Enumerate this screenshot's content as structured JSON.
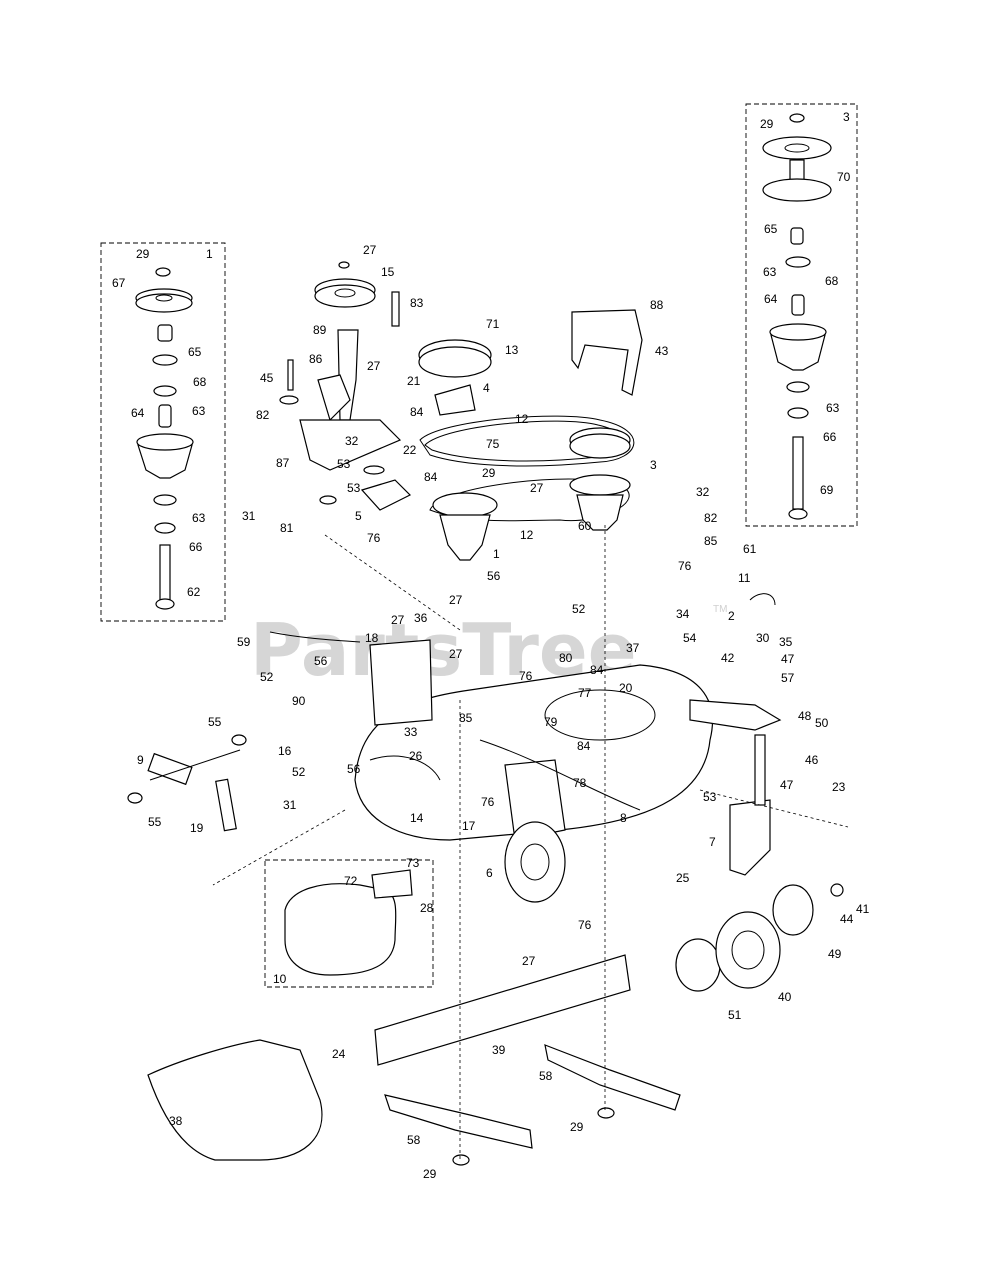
{
  "watermark": "PartsTree",
  "watermark_tm": "TM",
  "callouts": [
    {
      "id": "c1",
      "text": "1"
    },
    {
      "id": "c2",
      "text": "29"
    },
    {
      "id": "c3",
      "text": "67"
    },
    {
      "id": "c4",
      "text": "65"
    },
    {
      "id": "c5",
      "text": "68"
    },
    {
      "id": "c6",
      "text": "63"
    },
    {
      "id": "c7",
      "text": "64"
    },
    {
      "id": "c8",
      "text": "63"
    },
    {
      "id": "c9",
      "text": "66"
    },
    {
      "id": "c10",
      "text": "62"
    },
    {
      "id": "c11",
      "text": "3"
    },
    {
      "id": "c12",
      "text": "29"
    },
    {
      "id": "c13",
      "text": "70"
    },
    {
      "id": "c14",
      "text": "65"
    },
    {
      "id": "c15",
      "text": "63"
    },
    {
      "id": "c16",
      "text": "68"
    },
    {
      "id": "c17",
      "text": "64"
    },
    {
      "id": "c18",
      "text": "63"
    },
    {
      "id": "c19",
      "text": "66"
    },
    {
      "id": "c20",
      "text": "69"
    },
    {
      "id": "c21",
      "text": "27"
    },
    {
      "id": "c22",
      "text": "15"
    },
    {
      "id": "c23",
      "text": "83"
    },
    {
      "id": "c24",
      "text": "89"
    },
    {
      "id": "c25",
      "text": "86"
    },
    {
      "id": "c26",
      "text": "27"
    },
    {
      "id": "c27",
      "text": "45"
    },
    {
      "id": "c28",
      "text": "21"
    },
    {
      "id": "c29",
      "text": "82"
    },
    {
      "id": "c30",
      "text": "32"
    },
    {
      "id": "c31",
      "text": "84"
    },
    {
      "id": "c32",
      "text": "87"
    },
    {
      "id": "c33",
      "text": "53"
    },
    {
      "id": "c34",
      "text": "22"
    },
    {
      "id": "c35",
      "text": "84"
    },
    {
      "id": "c36",
      "text": "53"
    },
    {
      "id": "c37",
      "text": "31"
    },
    {
      "id": "c38",
      "text": "81"
    },
    {
      "id": "c39",
      "text": "5"
    },
    {
      "id": "c40",
      "text": "76"
    },
    {
      "id": "c41",
      "text": "71"
    },
    {
      "id": "c42",
      "text": "13"
    },
    {
      "id": "c43",
      "text": "4"
    },
    {
      "id": "c44",
      "text": "12"
    },
    {
      "id": "c45",
      "text": "75"
    },
    {
      "id": "c46",
      "text": "29"
    },
    {
      "id": "c47",
      "text": "88"
    },
    {
      "id": "c48",
      "text": "43"
    },
    {
      "id": "c49",
      "text": "3"
    },
    {
      "id": "c50",
      "text": "27"
    },
    {
      "id": "c51",
      "text": "12"
    },
    {
      "id": "c52",
      "text": "60"
    },
    {
      "id": "c53",
      "text": "1"
    },
    {
      "id": "c54",
      "text": "32"
    },
    {
      "id": "c55",
      "text": "82"
    },
    {
      "id": "c56",
      "text": "85"
    },
    {
      "id": "c57",
      "text": "61"
    },
    {
      "id": "c58",
      "text": "76"
    },
    {
      "id": "c59",
      "text": "11"
    },
    {
      "id": "c60",
      "text": "2"
    },
    {
      "id": "c61",
      "text": "30"
    },
    {
      "id": "c62",
      "text": "35"
    },
    {
      "id": "c63",
      "text": "42"
    },
    {
      "id": "c64",
      "text": "47"
    },
    {
      "id": "c65",
      "text": "57"
    },
    {
      "id": "c66",
      "text": "48"
    },
    {
      "id": "c67",
      "text": "50"
    },
    {
      "id": "c68",
      "text": "46"
    },
    {
      "id": "c69",
      "text": "47"
    },
    {
      "id": "c70",
      "text": "23"
    },
    {
      "id": "c71",
      "text": "7"
    },
    {
      "id": "c72",
      "text": "25"
    },
    {
      "id": "c73",
      "text": "41"
    },
    {
      "id": "c74",
      "text": "44"
    },
    {
      "id": "c75",
      "text": "49"
    },
    {
      "id": "c76",
      "text": "40"
    },
    {
      "id": "c77",
      "text": "51"
    },
    {
      "id": "c78",
      "text": "56"
    },
    {
      "id": "c79",
      "text": "27"
    },
    {
      "id": "c80",
      "text": "52"
    },
    {
      "id": "c81",
      "text": "34"
    },
    {
      "id": "c82",
      "text": "37"
    },
    {
      "id": "c83",
      "text": "54"
    },
    {
      "id": "c84",
      "text": "80"
    },
    {
      "id": "c85",
      "text": "84"
    },
    {
      "id": "c86",
      "text": "76"
    },
    {
      "id": "c87",
      "text": "77"
    },
    {
      "id": "c88",
      "text": "20"
    },
    {
      "id": "c89",
      "text": "27"
    },
    {
      "id": "c90",
      "text": "79"
    },
    {
      "id": "c91",
      "text": "84"
    },
    {
      "id": "c92",
      "text": "78"
    },
    {
      "id": "c93",
      "text": "8"
    },
    {
      "id": "c94",
      "text": "53"
    },
    {
      "id": "c95",
      "text": "27"
    },
    {
      "id": "c96",
      "text": "36"
    },
    {
      "id": "c97",
      "text": "59"
    },
    {
      "id": "c98",
      "text": "18"
    },
    {
      "id": "c99",
      "text": "56"
    },
    {
      "id": "c100",
      "text": "52"
    },
    {
      "id": "c101",
      "text": "90"
    },
    {
      "id": "c102",
      "text": "33"
    },
    {
      "id": "c103",
      "text": "85"
    },
    {
      "id": "c104",
      "text": "26"
    },
    {
      "id": "c105",
      "text": "16"
    },
    {
      "id": "c106",
      "text": "52"
    },
    {
      "id": "c107",
      "text": "56"
    },
    {
      "id": "c108",
      "text": "55"
    },
    {
      "id": "c109",
      "text": "9"
    },
    {
      "id": "c110",
      "text": "31"
    },
    {
      "id": "c111",
      "text": "19"
    },
    {
      "id": "c112",
      "text": "55"
    },
    {
      "id": "c113",
      "text": "14"
    },
    {
      "id": "c114",
      "text": "17"
    },
    {
      "id": "c115",
      "text": "76"
    },
    {
      "id": "c116",
      "text": "6"
    },
    {
      "id": "c117",
      "text": "76"
    },
    {
      "id": "c118",
      "text": "73"
    },
    {
      "id": "c119",
      "text": "72"
    },
    {
      "id": "c120",
      "text": "28"
    },
    {
      "id": "c121",
      "text": "10"
    },
    {
      "id": "c122",
      "text": "27"
    },
    {
      "id": "c123",
      "text": "24"
    },
    {
      "id": "c124",
      "text": "39"
    },
    {
      "id": "c125",
      "text": "58"
    },
    {
      "id": "c126",
      "text": "29"
    },
    {
      "id": "c127",
      "text": "38"
    },
    {
      "id": "c128",
      "text": "58"
    },
    {
      "id": "c129",
      "text": "29"
    }
  ]
}
